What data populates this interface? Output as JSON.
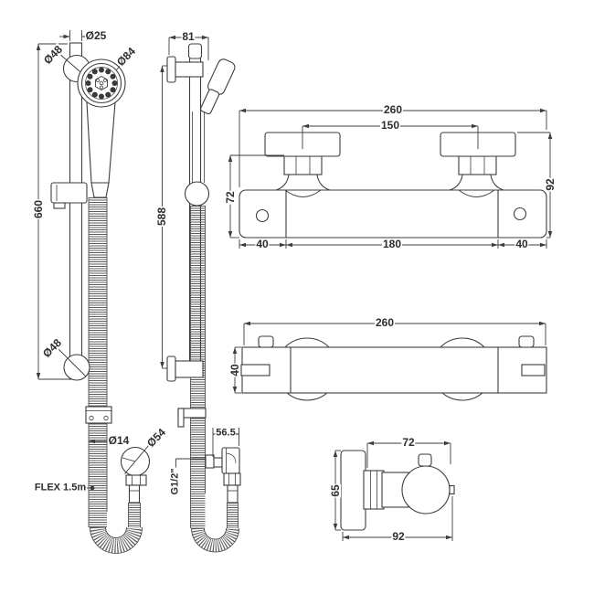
{
  "drawing": {
    "title": "shower-riser-rail-and-thermostatic-bar-valve-technical-drawing",
    "colors": {
      "background": "#ffffff",
      "line": "#3d3d3d",
      "text": "#2d2d2d",
      "hose_texture": "#4a4a4a"
    },
    "views": {
      "rail_front": {
        "labels": {
          "head_inlet_diameter": "Ø25",
          "top_bracket_diameter": "Ø48",
          "handset_head_diameter": "Ø84",
          "rail_length": "660",
          "bottom_bracket_diameter": "Ø48",
          "hose_diameter": "Ø14",
          "hose_length": "FLEX 1.5m",
          "outlet_elbow_diameter": "Ø54"
        }
      },
      "rail_side": {
        "labels": {
          "bracket_depth": "81",
          "bracket_centres": "588",
          "outlet_projection": "56.5",
          "outlet_thread": "G1/2\""
        }
      },
      "valve_front": {
        "labels": {
          "overall_width": "260",
          "inlet_centres": "150",
          "body_height": "72",
          "overall_height": "92",
          "left_end_width": "40",
          "body_width": "180",
          "right_end_width": "40"
        }
      },
      "valve_top": {
        "labels": {
          "overall_width": "260",
          "body_depth": "40"
        }
      },
      "valve_side": {
        "labels": {
          "body_projection": "72",
          "plate_height": "65",
          "overall_projection": "92"
        }
      }
    }
  }
}
